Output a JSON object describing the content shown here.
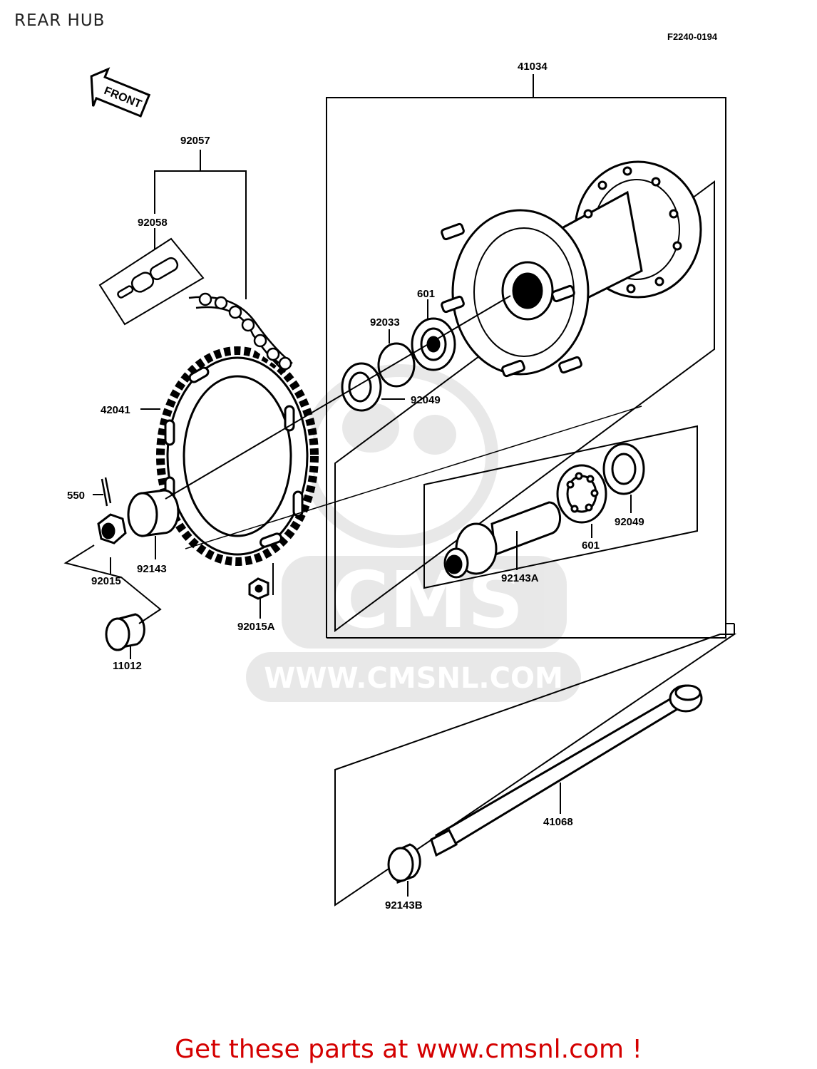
{
  "header": {
    "title": "REAR HUB",
    "diagram_code": "F2240-0194"
  },
  "direction_marker": "FRONT",
  "parts": [
    {
      "id": "p-41034",
      "number": "41034"
    },
    {
      "id": "p-92057",
      "number": "92057"
    },
    {
      "id": "p-92058",
      "number": "92058"
    },
    {
      "id": "p-601-a",
      "number": "601"
    },
    {
      "id": "p-92033",
      "number": "92033"
    },
    {
      "id": "p-92049-a",
      "number": "92049"
    },
    {
      "id": "p-42041",
      "number": "42041"
    },
    {
      "id": "p-550",
      "number": "550"
    },
    {
      "id": "p-92143",
      "number": "92143"
    },
    {
      "id": "p-92015",
      "number": "92015"
    },
    {
      "id": "p-92015a",
      "number": "92015A"
    },
    {
      "id": "p-11012",
      "number": "11012"
    },
    {
      "id": "p-92049-b",
      "number": "92049"
    },
    {
      "id": "p-601-b",
      "number": "601"
    },
    {
      "id": "p-92143a",
      "number": "92143A"
    },
    {
      "id": "p-41068",
      "number": "41068"
    },
    {
      "id": "p-92143b",
      "number": "92143B"
    }
  ],
  "watermark": {
    "brand": "CMS",
    "url": "WWW.CMSNL.COM"
  },
  "footer": {
    "cta": "Get these parts at www.cmsnl.com !"
  }
}
